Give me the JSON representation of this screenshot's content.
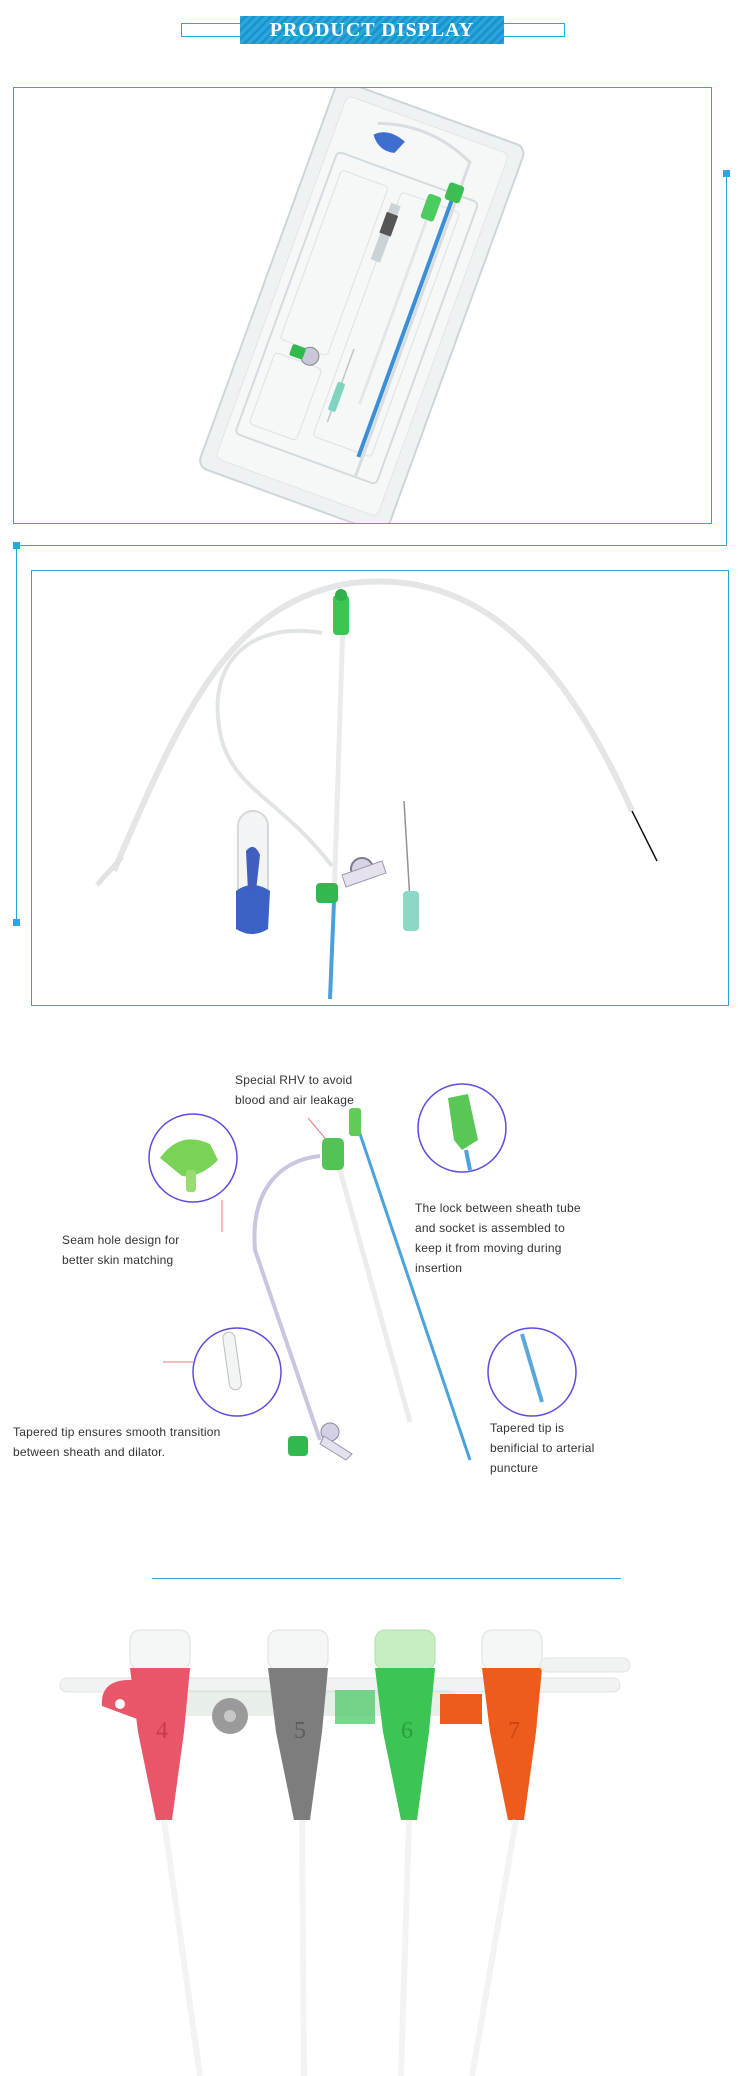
{
  "header": {
    "title": "PRODUCT DISPLAY"
  },
  "annotations": {
    "rhv": [
      "Special RHV to avoid",
      "blood and air leakage"
    ],
    "lock": [
      "The lock between sheath tube",
      "and socket is assembled to",
      "keep it from moving during",
      "insertion"
    ],
    "seam": [
      "Seam hole design for",
      "better skin matching"
    ],
    "tapered_sheath": [
      "Tapered tip ensures smooth transition",
      "between sheath and dilator."
    ],
    "tapered_arterial": [
      "Tapered tip is",
      "benificial to arterial",
      "puncture"
    ]
  },
  "hubs": [
    {
      "label": "4",
      "color": "#e9566a"
    },
    {
      "label": "5",
      "color": "#7d7d7d"
    },
    {
      "label": "6",
      "color": "#3cc455"
    },
    {
      "label": "7",
      "color": "#ef5b1c"
    }
  ],
  "colors": {
    "accent": "#29a8e0",
    "green_part": "#39c153",
    "blue_dilator": "#4aa3de"
  }
}
